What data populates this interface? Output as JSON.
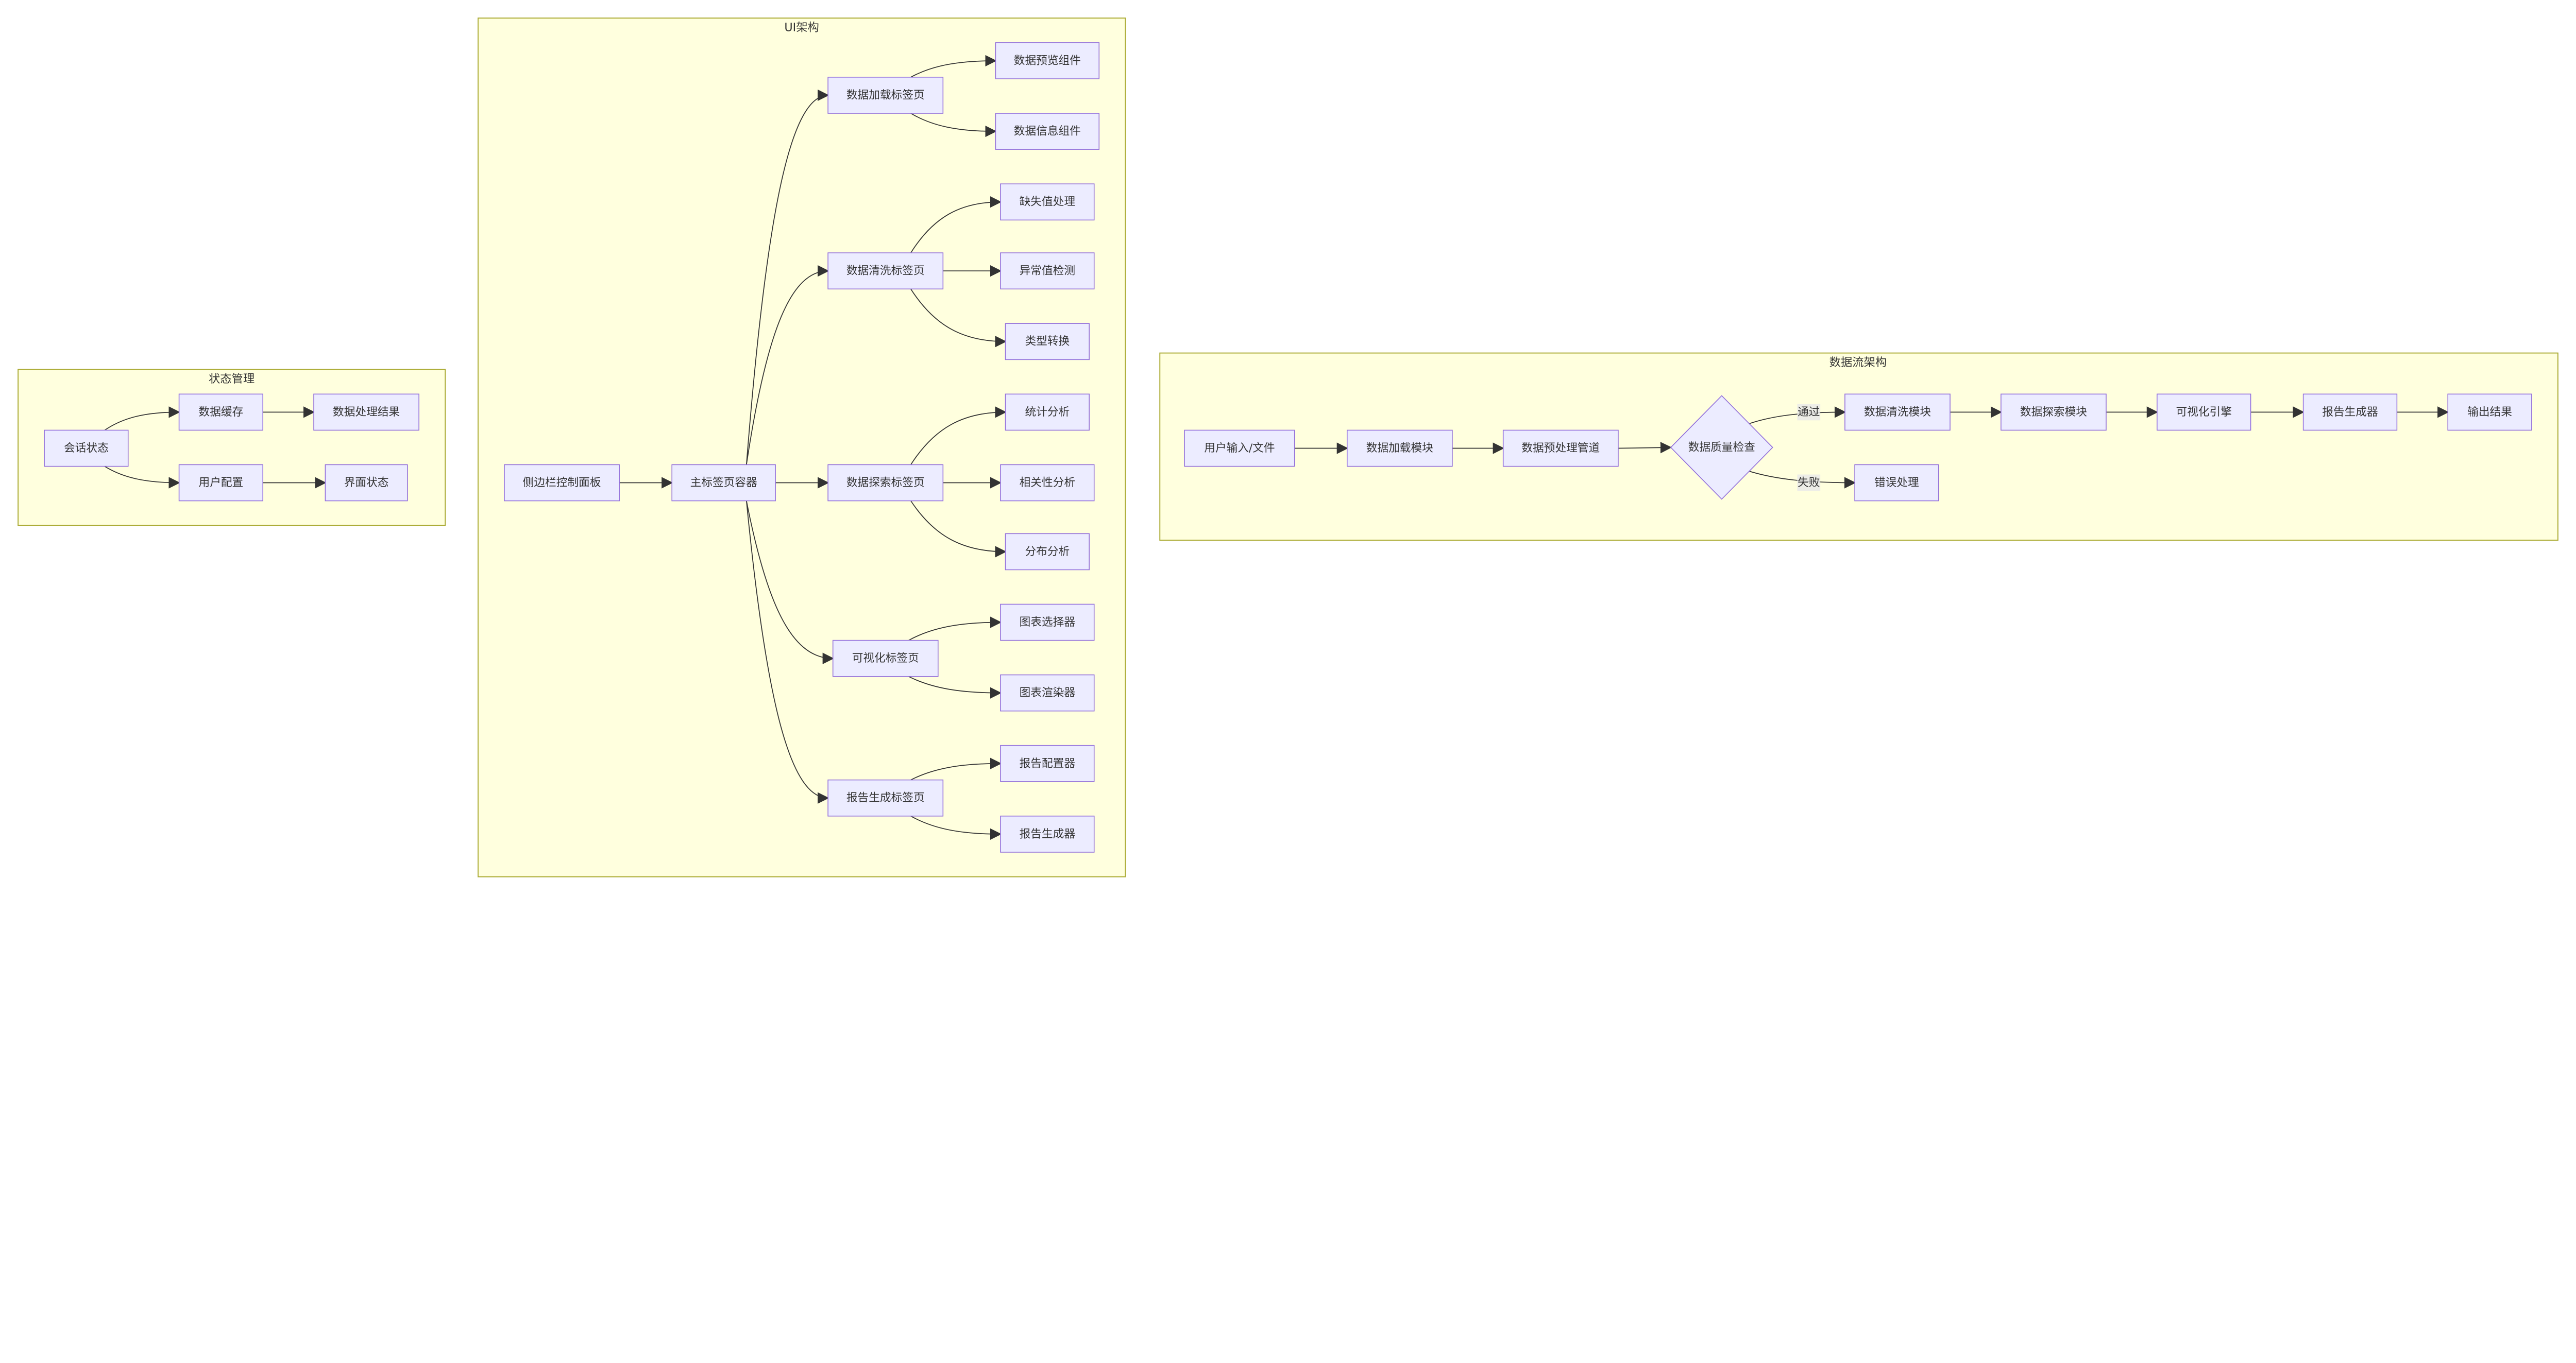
{
  "clusters": [
    {
      "id": "state",
      "title": "状态管理"
    },
    {
      "id": "ui",
      "title": "UI架构"
    },
    {
      "id": "flow",
      "title": "数据流架构"
    }
  ],
  "nodes": [
    {
      "id": "session",
      "label": "会话状态",
      "shape": "rect"
    },
    {
      "id": "cache",
      "label": "数据缓存",
      "shape": "rect"
    },
    {
      "id": "result",
      "label": "数据处理结果",
      "shape": "rect"
    },
    {
      "id": "userconf",
      "label": "用户配置",
      "shape": "rect"
    },
    {
      "id": "uistate",
      "label": "界面状态",
      "shape": "rect"
    },
    {
      "id": "sidebar",
      "label": "侧边栏控制面板",
      "shape": "rect"
    },
    {
      "id": "maintabs",
      "label": "主标签页容器",
      "shape": "rect"
    },
    {
      "id": "tabload",
      "label": "数据加载标签页",
      "shape": "rect"
    },
    {
      "id": "tabclean",
      "label": "数据清洗标签页",
      "shape": "rect"
    },
    {
      "id": "tabexplore",
      "label": "数据探索标签页",
      "shape": "rect"
    },
    {
      "id": "tabviz",
      "label": "可视化标签页",
      "shape": "rect"
    },
    {
      "id": "tabreport",
      "label": "报告生成标签页",
      "shape": "rect"
    },
    {
      "id": "preview",
      "label": "数据预览组件",
      "shape": "rect"
    },
    {
      "id": "info",
      "label": "数据信息组件",
      "shape": "rect"
    },
    {
      "id": "missing",
      "label": "缺失值处理",
      "shape": "rect"
    },
    {
      "id": "outlier",
      "label": "异常值检测",
      "shape": "rect"
    },
    {
      "id": "typeconv",
      "label": "类型转换",
      "shape": "rect"
    },
    {
      "id": "stats",
      "label": "统计分析",
      "shape": "rect"
    },
    {
      "id": "corr",
      "label": "相关性分析",
      "shape": "rect"
    },
    {
      "id": "dist",
      "label": "分布分析",
      "shape": "rect"
    },
    {
      "id": "chartsel",
      "label": "图表选择器",
      "shape": "rect"
    },
    {
      "id": "chartrender",
      "label": "图表渲染器",
      "shape": "rect"
    },
    {
      "id": "reportconf",
      "label": "报告配置器",
      "shape": "rect"
    },
    {
      "id": "reportgen",
      "label": "报告生成器",
      "shape": "rect"
    },
    {
      "id": "input",
      "label": "用户输入/文件",
      "shape": "rect"
    },
    {
      "id": "loadmod",
      "label": "数据加载模块",
      "shape": "rect"
    },
    {
      "id": "prep",
      "label": "数据预处理管道",
      "shape": "rect"
    },
    {
      "id": "qc",
      "label": "数据质量检查",
      "shape": "diamond"
    },
    {
      "id": "cleanmod",
      "label": "数据清洗模块",
      "shape": "rect"
    },
    {
      "id": "exploremod",
      "label": "数据探索模块",
      "shape": "rect"
    },
    {
      "id": "vizengine",
      "label": "可视化引擎",
      "shape": "rect"
    },
    {
      "id": "reportgen2",
      "label": "报告生成器",
      "shape": "rect"
    },
    {
      "id": "output",
      "label": "输出结果",
      "shape": "rect"
    },
    {
      "id": "error",
      "label": "错误处理",
      "shape": "rect"
    }
  ],
  "edges": [
    {
      "from": "session",
      "to": "cache"
    },
    {
      "from": "session",
      "to": "userconf"
    },
    {
      "from": "cache",
      "to": "result"
    },
    {
      "from": "userconf",
      "to": "uistate"
    },
    {
      "from": "sidebar",
      "to": "maintabs"
    },
    {
      "from": "maintabs",
      "to": "tabload"
    },
    {
      "from": "maintabs",
      "to": "tabclean"
    },
    {
      "from": "maintabs",
      "to": "tabexplore"
    },
    {
      "from": "maintabs",
      "to": "tabviz"
    },
    {
      "from": "maintabs",
      "to": "tabreport"
    },
    {
      "from": "tabload",
      "to": "preview"
    },
    {
      "from": "tabload",
      "to": "info"
    },
    {
      "from": "tabclean",
      "to": "missing"
    },
    {
      "from": "tabclean",
      "to": "outlier"
    },
    {
      "from": "tabclean",
      "to": "typeconv"
    },
    {
      "from": "tabexplore",
      "to": "stats"
    },
    {
      "from": "tabexplore",
      "to": "corr"
    },
    {
      "from": "tabexplore",
      "to": "dist"
    },
    {
      "from": "tabviz",
      "to": "chartsel"
    },
    {
      "from": "tabviz",
      "to": "chartrender"
    },
    {
      "from": "tabreport",
      "to": "reportconf"
    },
    {
      "from": "tabreport",
      "to": "reportgen"
    },
    {
      "from": "input",
      "to": "loadmod"
    },
    {
      "from": "loadmod",
      "to": "prep"
    },
    {
      "from": "prep",
      "to": "qc"
    },
    {
      "from": "qc",
      "to": "cleanmod",
      "label": "通过"
    },
    {
      "from": "qc",
      "to": "error",
      "label": "失败"
    },
    {
      "from": "cleanmod",
      "to": "exploremod"
    },
    {
      "from": "exploremod",
      "to": "vizengine"
    },
    {
      "from": "vizengine",
      "to": "reportgen2"
    },
    {
      "from": "reportgen2",
      "to": "output"
    }
  ],
  "colors": {
    "cluster_fill": "#ffffde",
    "cluster_stroke": "#aaaa33",
    "node_fill": "#ececff",
    "node_stroke": "#9370db",
    "edge": "#333333",
    "edge_label_bg": "#e8e8e8"
  }
}
